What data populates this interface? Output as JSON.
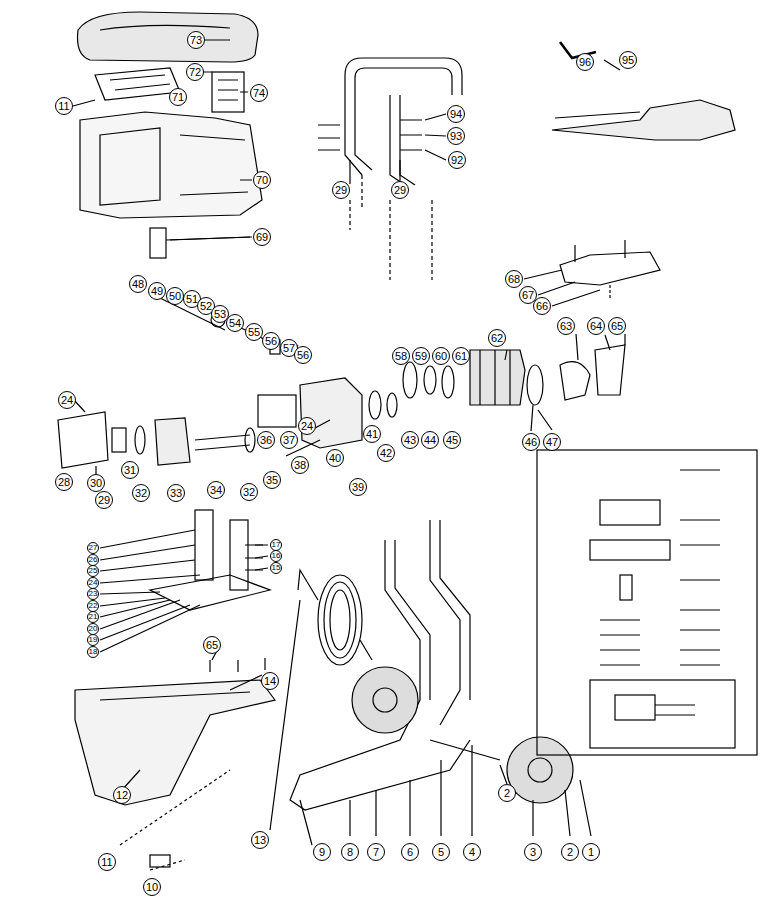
{
  "diagram": {
    "labels": [
      "73",
      "72",
      "71",
      "74",
      "11",
      "70",
      "96",
      "95",
      "94",
      "93",
      "92",
      "29",
      "29",
      "69",
      "68",
      "67",
      "66",
      "48",
      "49",
      "50",
      "51",
      "52",
      "53",
      "54",
      "55",
      "56",
      "57",
      "56",
      "58",
      "59",
      "60",
      "61",
      "62",
      "63",
      "64",
      "65",
      "24",
      "36",
      "37",
      "38",
      "24",
      "41",
      "42",
      "43",
      "44",
      "45",
      "46",
      "47",
      "30",
      "31",
      "28",
      "29",
      "32",
      "33",
      "34",
      "32",
      "35",
      "40",
      "39",
      "27",
      "26",
      "25",
      "24",
      "23",
      "22",
      "21",
      "20",
      "19",
      "18",
      "17",
      "16",
      "15",
      "65",
      "14",
      "12",
      "13",
      "11",
      "10",
      "9",
      "8",
      "7",
      "6",
      "5",
      "4",
      "3",
      "2",
      "1",
      "2"
    ]
  }
}
